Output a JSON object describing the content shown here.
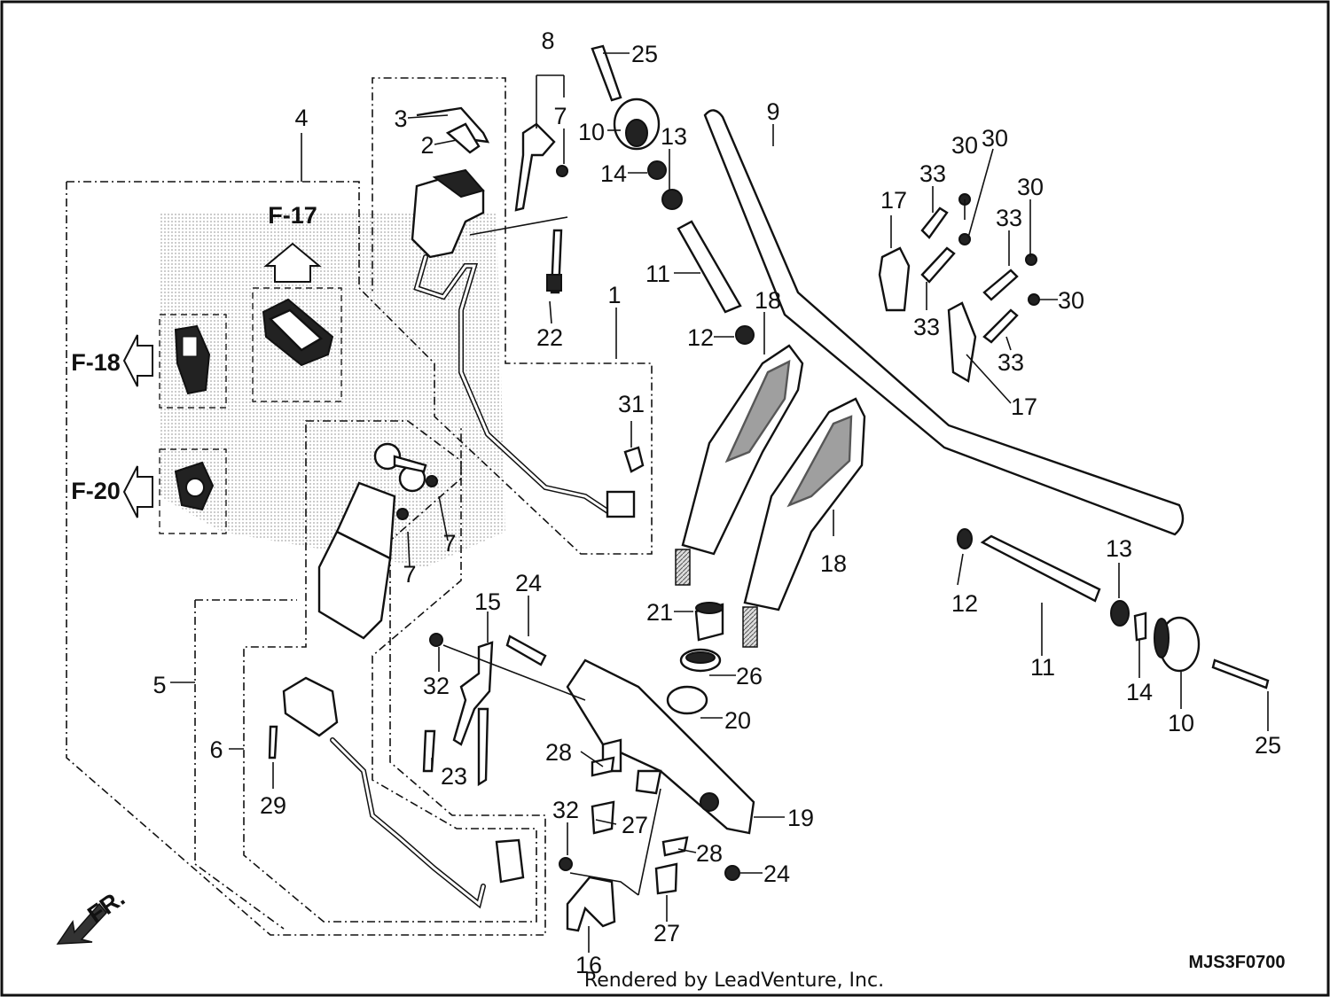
{
  "diagram": {
    "callouts": {
      "c1": "1",
      "c2": "2",
      "c3": "3",
      "c4": "4",
      "c5": "5",
      "c6": "6",
      "c7a": "7",
      "c7b": "7",
      "c7c": "7",
      "c8": "8",
      "c9": "9",
      "c10a": "10",
      "c10b": "10",
      "c11a": "11",
      "c11b": "11",
      "c12a": "12",
      "c12b": "12",
      "c13a": "13",
      "c13b": "13",
      "c14a": "14",
      "c14b": "14",
      "c15": "15",
      "c16": "16",
      "c17a": "17",
      "c17b": "17",
      "c18a": "18",
      "c18b": "18",
      "c19": "19",
      "c20": "20",
      "c21": "21",
      "c22": "22",
      "c23": "23",
      "c24a": "24",
      "c24b": "24",
      "c25a": "25",
      "c25b": "25",
      "c26": "26",
      "c27a": "27",
      "c27b": "27",
      "c28a": "28",
      "c28b": "28",
      "c29": "29",
      "c30a": "30",
      "c30b": "30",
      "c30c": "30",
      "c30d": "30",
      "c31": "31",
      "c32a": "32",
      "c32b": "32",
      "c33a": "33",
      "c33b": "33",
      "c33c": "33",
      "c33d": "33"
    },
    "section_refs": {
      "f17": "F-17",
      "f18": "F-18",
      "f20": "F-20"
    },
    "direction_label": "FR.",
    "drawing_code": "MJS3F0700",
    "credit": "Rendered by LeadVenture, Inc.",
    "colors": {
      "line": "#111111",
      "background": "#ffffff",
      "shade": "#777777"
    }
  }
}
